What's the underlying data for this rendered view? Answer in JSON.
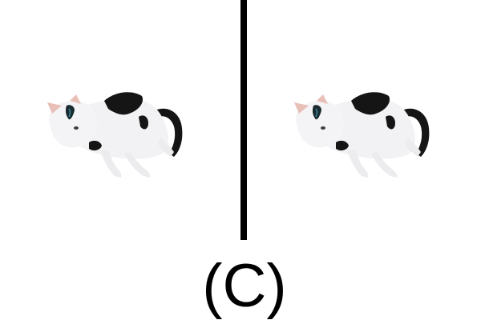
{
  "figure": {
    "caption": "(C)"
  },
  "panels": [
    {
      "content": "cat-image"
    },
    {
      "content": "cat-image"
    }
  ],
  "colors": {
    "background": "#ffffff",
    "divider": "#000000",
    "cat_fur_white": "#f2f2f4",
    "cat_fur_black": "#151515",
    "cat_ear_pink": "#e8c0b8"
  }
}
